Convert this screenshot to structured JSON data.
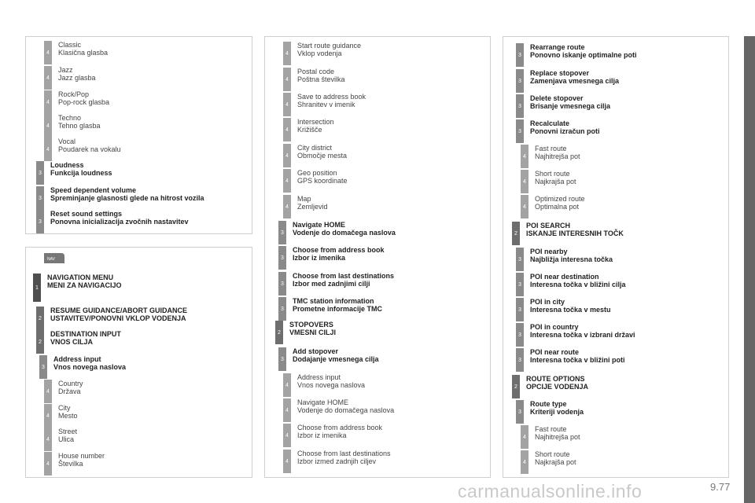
{
  "panel1": [
    {
      "level": "4",
      "line1": "Classic",
      "line2": "Klasična glasba",
      "bold": false
    },
    {
      "level": "4",
      "line1": "Jazz",
      "line2": "Jazz glasba",
      "bold": false
    },
    {
      "level": "4",
      "line1": "Rock/Pop",
      "line2": "Pop-rock glasba",
      "bold": false
    },
    {
      "level": "4",
      "line1": "Techno",
      "line2": "Tehno glasba",
      "bold": false
    },
    {
      "level": "4",
      "line1": "Vocal",
      "line2": "Poudarek na vokalu",
      "bold": false
    },
    {
      "level": "3",
      "line1": "Loudness",
      "line2": "Funkcija loudness",
      "bold": true
    },
    {
      "level": "3",
      "line1": "Speed dependent volume",
      "line2": "Spreminjanje glasnosti glede na hitrost vozila",
      "bold": true
    },
    {
      "level": "3",
      "line1": "Reset sound settings",
      "line2": "Ponovna inicializacija zvočnih nastavitev",
      "bold": true
    }
  ],
  "panel2_icon_label": "NAV",
  "panel2": [
    {
      "level": "1",
      "line1": "NAVIGATION MENU",
      "line2": "MENI ZA NAVIGACIJO",
      "bold": true
    },
    {
      "level": "2",
      "line1": "RESUME GUIDANCE/ABORT GUIDANCE",
      "line2": "USTAVITEV/PONOVNI VKLOP VODENJA",
      "bold": true
    },
    {
      "level": "2",
      "line1": "DESTINATION INPUT",
      "line2": "VNOS CILJA",
      "bold": true
    },
    {
      "level": "3",
      "line1": "Address input",
      "line2": "Vnos novega naslova",
      "bold": true
    },
    {
      "level": "4",
      "line1": "Country",
      "line2": "Država",
      "bold": false
    },
    {
      "level": "4",
      "line1": "City",
      "line2": "Mesto",
      "bold": false
    },
    {
      "level": "4",
      "line1": "Street",
      "line2": "Ulica",
      "bold": false
    },
    {
      "level": "4",
      "line1": "House number",
      "line2": "Številka",
      "bold": false
    }
  ],
  "panel3": [
    {
      "level": "4",
      "line1": "Start route guidance",
      "line2": "Vklop vodenja",
      "bold": false
    },
    {
      "level": "4",
      "line1": "Postal code",
      "line2": "Poštna številka",
      "bold": false
    },
    {
      "level": "4",
      "line1": "Save to address book",
      "line2": "Shranitev v imenik",
      "bold": false
    },
    {
      "level": "4",
      "line1": "Intersection",
      "line2": "Križišče",
      "bold": false
    },
    {
      "level": "4",
      "line1": "City district",
      "line2": "Območje mesta",
      "bold": false
    },
    {
      "level": "4",
      "line1": "Geo position",
      "line2": "GPS koordinate",
      "bold": false
    },
    {
      "level": "4",
      "line1": "Map",
      "line2": "Zemljevid",
      "bold": false
    },
    {
      "level": "3",
      "line1": "Navigate HOME",
      "line2": "Vodenje do domačega naslova",
      "bold": true
    },
    {
      "level": "3",
      "line1": "Choose from address book",
      "line2": "Izbor iz imenika",
      "bold": true
    },
    {
      "level": "3",
      "line1": "Choose from last destinations",
      "line2": "Izbor med zadnjimi cilji",
      "bold": true
    },
    {
      "level": "3",
      "line1": "TMC station information",
      "line2": "Prometne informacije TMC",
      "bold": true
    },
    {
      "level": "2",
      "line1": "STOPOVERS",
      "line2": "VMESNI CILJI",
      "bold": true
    },
    {
      "level": "3",
      "line1": "Add stopover",
      "line2": "Dodajanje vmesnega cilja",
      "bold": true
    },
    {
      "level": "4",
      "line1": "Address input",
      "line2": "Vnos novega naslova",
      "bold": false
    },
    {
      "level": "4",
      "line1": "Navigate HOME",
      "line2": "Vodenje do domačega naslova",
      "bold": false
    },
    {
      "level": "4",
      "line1": "Choose from address book",
      "line2": "Izbor iz imenika",
      "bold": false
    },
    {
      "level": "4",
      "line1": "Choose from last destinations",
      "line2": "Izbor izmed zadnjih ciljev",
      "bold": false
    }
  ],
  "panel4": [
    {
      "level": "3",
      "line1": "Rearrange route",
      "line2": "Ponovno iskanje optimalne poti",
      "bold": true
    },
    {
      "level": "3",
      "line1": "Replace stopover",
      "line2": "Zamenjava vmesnega cilja",
      "bold": true
    },
    {
      "level": "3",
      "line1": "Delete stopover",
      "line2": "Brisanje vmesnega cilja",
      "bold": true
    },
    {
      "level": "3",
      "line1": "Recalculate",
      "line2": "Ponovni izračun poti",
      "bold": true
    },
    {
      "level": "4",
      "line1": "Fast route",
      "line2": "Najhitrejša pot",
      "bold": false
    },
    {
      "level": "4",
      "line1": "Short route",
      "line2": "Najkrajša pot",
      "bold": false
    },
    {
      "level": "4",
      "line1": "Optimized route",
      "line2": "Optimalna pot",
      "bold": false
    },
    {
      "level": "2",
      "line1": "POI SEARCH",
      "line2": "ISKANJE INTERESNIH TOČK",
      "bold": true
    },
    {
      "level": "3",
      "line1": "POI nearby",
      "line2": "Najbližja interesna točka",
      "bold": true
    },
    {
      "level": "3",
      "line1": "POI near destination",
      "line2": "Interesna točka v bližini cilja",
      "bold": true
    },
    {
      "level": "3",
      "line1": "POI in city",
      "line2": "Interesna točka v mestu",
      "bold": true
    },
    {
      "level": "3",
      "line1": "POI in country",
      "line2": "Interesna točka v izbrani državi",
      "bold": true
    },
    {
      "level": "3",
      "line1": "POI near route",
      "line2": "Interesna točka v bližini poti",
      "bold": true
    },
    {
      "level": "2",
      "line1": "ROUTE OPTIONS",
      "line2": "OPCIJE VODENJA",
      "bold": true
    },
    {
      "level": "3",
      "line1": "Route type",
      "line2": "Kriteriji vodenja",
      "bold": true
    },
    {
      "level": "4",
      "line1": "Fast route",
      "line2": "Najhitrejša pot",
      "bold": false
    },
    {
      "level": "4",
      "line1": "Short route",
      "line2": "Najkrajša pot",
      "bold": false
    }
  ],
  "page_number": "9.77",
  "watermark": "carmanualsonline.info"
}
